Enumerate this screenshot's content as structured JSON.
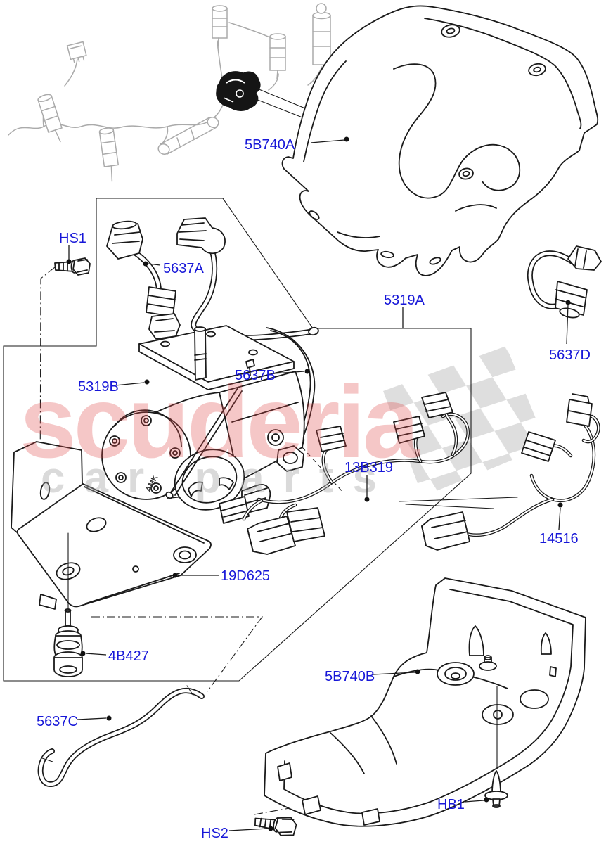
{
  "watermark": {
    "brand": "scuderia",
    "subtitle": "car parts"
  },
  "compressor_marking": "AMK",
  "colors": {
    "label_blue": "#1717d8",
    "line_black": "#1a1a1a",
    "sketch_gray": "#aaaaaa",
    "watermark_red": "#e04848",
    "watermark_gray": "#a8a8a8",
    "checker_gray": "#dcdcdc",
    "background": "#ffffff"
  },
  "parts": [
    {
      "code": "5B740A",
      "name": "compressor-cover-upper"
    },
    {
      "code": "5319A",
      "name": "compressor-kit-box"
    },
    {
      "code": "5637D",
      "name": "air-hose-short"
    },
    {
      "code": "HS1",
      "name": "screw-1"
    },
    {
      "code": "5637A",
      "name": "air-hose-assembly"
    },
    {
      "code": "5319B",
      "name": "air-suspension-compressor"
    },
    {
      "code": "5637B",
      "name": "air-pipe"
    },
    {
      "code": "13B319",
      "name": "wiring-harness-main"
    },
    {
      "code": "14516",
      "name": "wiring-harness-link"
    },
    {
      "code": "19D625",
      "name": "mounting-bracket"
    },
    {
      "code": "4B427",
      "name": "rubber-mounting"
    },
    {
      "code": "5637C",
      "name": "air-tube"
    },
    {
      "code": "5B740B",
      "name": "compressor-cover-lower"
    },
    {
      "code": "HB1",
      "name": "pin-retainer"
    },
    {
      "code": "HS2",
      "name": "screw-2"
    }
  ]
}
